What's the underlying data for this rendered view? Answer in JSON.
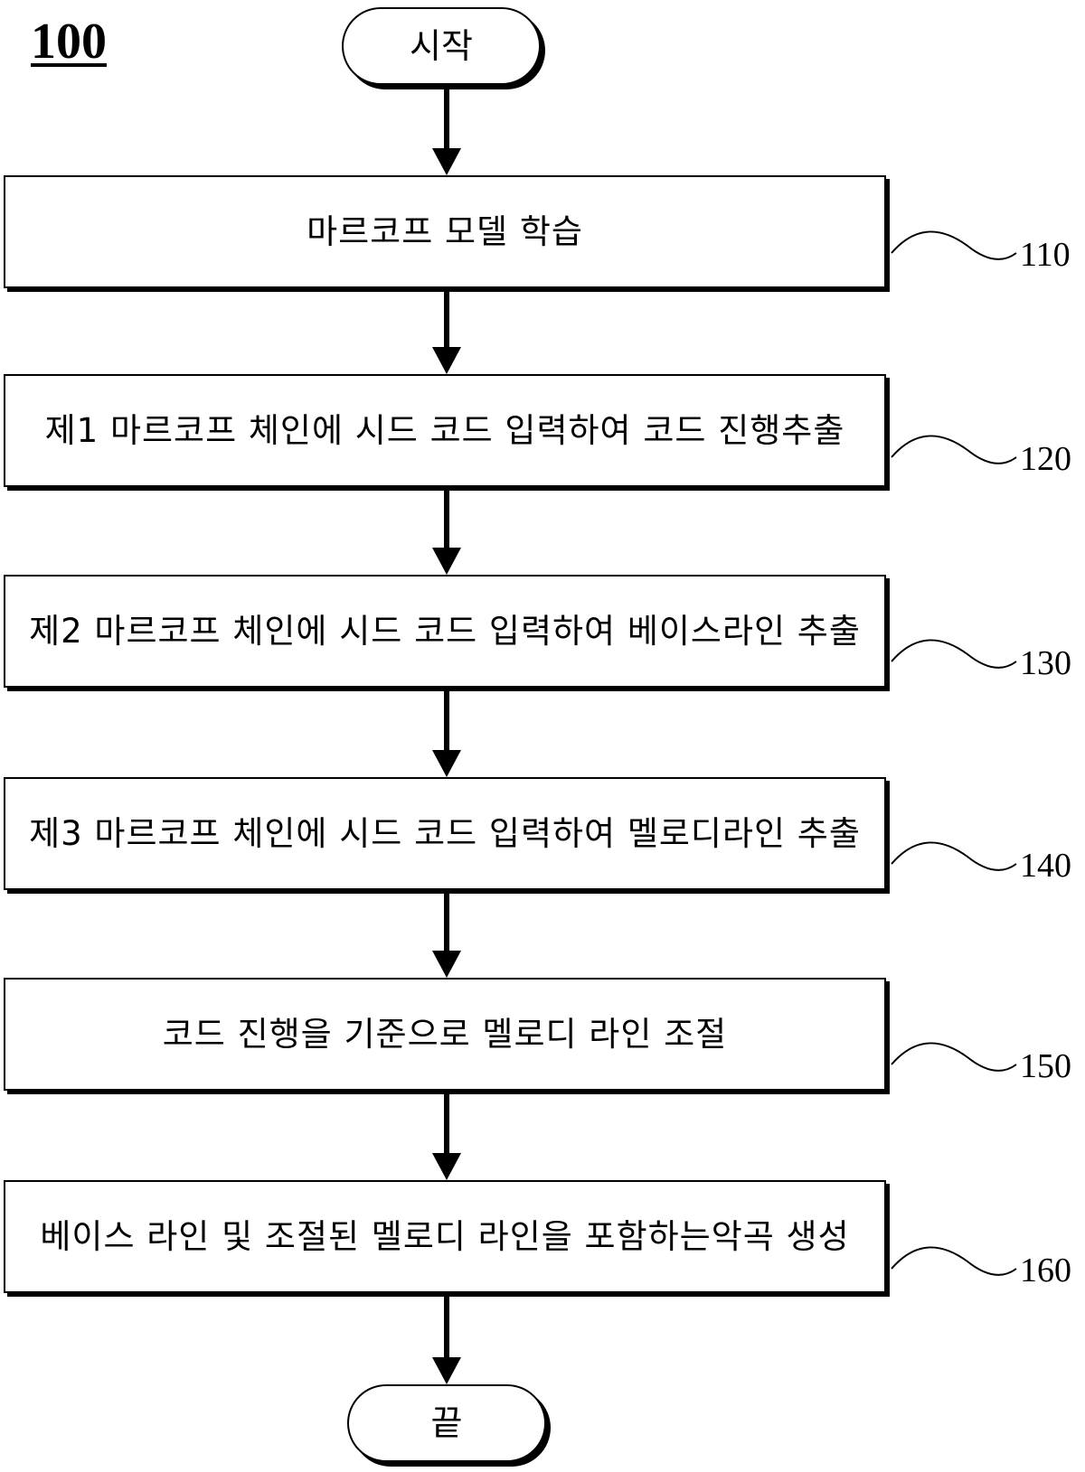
{
  "figure": {
    "number": "100"
  },
  "start": {
    "label": "시작"
  },
  "end": {
    "label": "끝"
  },
  "steps": [
    {
      "ref": "110",
      "lines": [
        "마르코프 모델 학습"
      ]
    },
    {
      "ref": "120",
      "lines": [
        "제1 마르코프 체인에 시드 코드 입력하여 코드 진행",
        "추출"
      ]
    },
    {
      "ref": "130",
      "lines": [
        "제2 마르코프 체인에 시드 코드 입력하여 베이스",
        "라인 추출"
      ]
    },
    {
      "ref": "140",
      "lines": [
        "제3 마르코프 체인에 시드 코드  입력하여 멜로디",
        "라인 추출"
      ]
    },
    {
      "ref": "150",
      "lines": [
        "코드 진행을 기준으로 멜로디 라인 조절"
      ]
    },
    {
      "ref": "160",
      "lines": [
        "베이스 라인 및 조절된 멜로디 라인을 포함하는",
        "악곡 생성"
      ]
    }
  ],
  "colors": {
    "stroke": "#000000",
    "background": "#ffffff"
  }
}
